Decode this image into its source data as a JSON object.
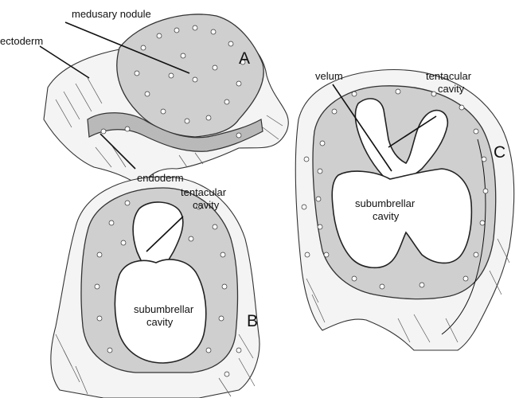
{
  "labels": {
    "medusary_nodule": "medusary nodule",
    "ectoderm": "ectoderm",
    "endoderm": "endoderm",
    "tentacular_cavity_b": "tentacular cavity",
    "subumbrellar_cavity_b": "subumbrellar cavity",
    "velum": "velum",
    "tentacular_cavity_c": "tentacular cavity",
    "subumbrellar_cavity_c": "subumbrellar cavity"
  },
  "panels": {
    "a": "A",
    "b": "B",
    "c": "C"
  }
}
